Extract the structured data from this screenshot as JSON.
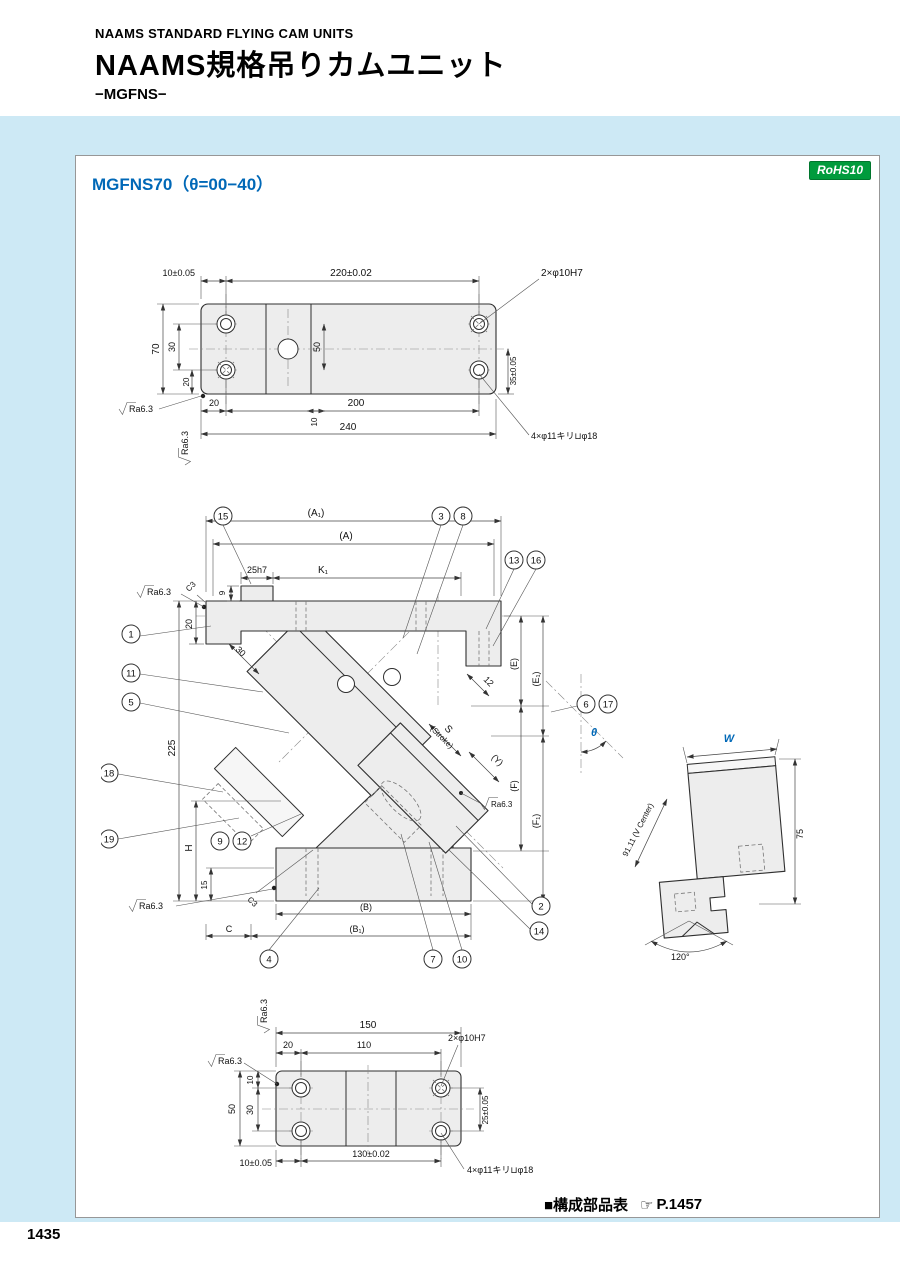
{
  "header": {
    "eyebrow": "NAAMS STANDARD FLYING CAM UNITS",
    "title": "NAAMS規格吊りカムユニット",
    "subtitle": "−MGFNS−"
  },
  "panel": {
    "model": "MGFNS70（θ=00−40）",
    "rohs": "RoHS10"
  },
  "top_view": {
    "off10": "10±0.05",
    "pitch": "220±0.02",
    "dowel": "2×φ10H7",
    "h70": "70",
    "v30": "30",
    "v20": "20",
    "v50": "50",
    "r35": "35±0.05",
    "b20": "20",
    "b10": "10",
    "b200": "200",
    "b240": "240",
    "ra1": "Ra6.3",
    "ra2": "Ra6.3",
    "cbore": "4×φ11キリ⊔φ18"
  },
  "side_view": {
    "a1": "(A₁)",
    "a": "(A)",
    "n9": "9",
    "key25": "25h7",
    "k1": "K₁",
    "c3a": "C3",
    "c3b": "C3",
    "n20": "20",
    "n30": "30",
    "n225": "225",
    "h": "H",
    "n15": "15",
    "b": "(B)",
    "b1": "(B₁)",
    "c": "C",
    "n12": "12",
    "s": "S",
    "stroke": "(Stroke)",
    "y": "(Y)",
    "e": "(E)",
    "e1": "(E₁)",
    "f": "(F)",
    "f1": "(F₁)",
    "theta": "θ",
    "ra1": "Ra6.3",
    "ra2": "Ra6.3",
    "ra3": "Ra6.3",
    "balloons": [
      "15",
      "3",
      "8",
      "13",
      "16",
      "1",
      "11",
      "5",
      "18",
      "19",
      "9",
      "12",
      "4",
      "7",
      "10",
      "2",
      "14",
      "6",
      "17"
    ]
  },
  "iso_view": {
    "w": "W",
    "vcenter": "91.11 (V Center)",
    "d75": "75",
    "angle": "120°"
  },
  "bottom_view": {
    "t150": "150",
    "t20": "20",
    "t110": "110",
    "dowel": "2×φ10H7",
    "l10": "10",
    "l30": "30",
    "l50": "50",
    "r25": "25±0.05",
    "b10": "10±0.05",
    "b130": "130±0.02",
    "cbore": "4×φ11キリ⊔φ18",
    "ra1": "Ra6.3",
    "ra2": "Ra6.3"
  },
  "footer": {
    "parts": "■構成部品表",
    "ref_icon": "☞",
    "ref": "P.1457"
  },
  "page_number": "1435"
}
